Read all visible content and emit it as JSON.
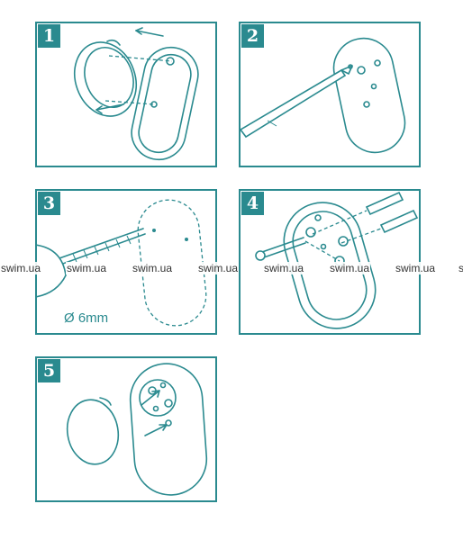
{
  "steps": [
    {
      "number": "1"
    },
    {
      "number": "2"
    },
    {
      "number": "3",
      "caption": "Ø 6mm"
    },
    {
      "number": "4"
    },
    {
      "number": "5"
    }
  ],
  "watermark": "swim.ua",
  "colors": {
    "accent": "#2a8a8f",
    "background": "#ffffff"
  }
}
